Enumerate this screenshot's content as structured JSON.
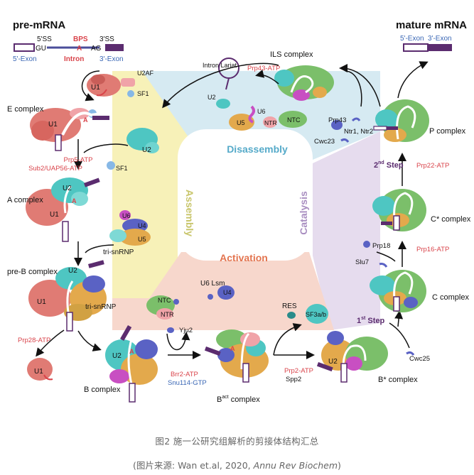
{
  "colors": {
    "assembly_bg": "#f7f1b8",
    "disassembly_bg": "#d6eaf2",
    "catalysis_bg": "#e6dcee",
    "activation_bg": "#f7d7cc",
    "red_label": "#d9434a",
    "blue_label": "#3a67b5",
    "u1_salmon": "#e07b74",
    "u2_cyan": "#4ec6c2",
    "u5_orange": "#e3a94c",
    "u6_magenta": "#c84fc2",
    "u4_blue": "#5a62c4",
    "ntc_green": "#7bbf6a",
    "purple": "#5b2c6f"
  },
  "header": {
    "pre_mrna": "pre-mRNA",
    "ss5": "5'SS",
    "bps": "BPS",
    "ss3": "3'SS",
    "gu": "GU",
    "a": "A",
    "ag": "AG",
    "exon5": "5'-Exon",
    "intron": "Intron",
    "exon3": "3'-Exon",
    "mature": "mature mRNA",
    "mature_exon5": "5'-Exon",
    "mature_exon3": "3'-Exon"
  },
  "stages": {
    "assembly": "Assembly",
    "disassembly": "Disassembly",
    "catalysis": "Catalysis",
    "activation": "Activation"
  },
  "complexes": {
    "e": "E complex",
    "a": "A complex",
    "pre_b": "pre-B complex",
    "b": "B complex",
    "bact_base": "B",
    "bact_sup": "act",
    "bact_rest": " complex",
    "bstar": "B* complex",
    "c": "C complex",
    "cstar": "C* complex",
    "p": "P complex",
    "ils": "ILS complex"
  },
  "labels": {
    "u1": "U1",
    "u2": "U2",
    "u4": "U4",
    "u5": "U5",
    "u6": "U6",
    "u2af": "U2AF",
    "sf1": "SF1",
    "tri_snrnp": "tri-snRNP",
    "ntc": "NTC",
    "ntr": "NTR",
    "yju2": "Yju2",
    "u6lsm": "U6 Lsm",
    "res": "RES",
    "sf3ab": "SF3a/b",
    "spp2": "Spp2",
    "cwc25": "Cwc25",
    "slu7": "Slu7",
    "prp18": "Prp18",
    "prp43": "Prp43",
    "ntr1": "Ntr1, Ntr2",
    "cwc23": "Cwc23",
    "intron_lariat": "Intron Lariat"
  },
  "factors": {
    "prp5": "Prp5-ATP",
    "sub2": "Sub2/UAP56-ATP",
    "prp28": "Prp28-ATP",
    "brr2": "Brr2-ATP",
    "snu114": "Snu114-GTP",
    "prp2": "Prp2-ATP",
    "prp16": "Prp16-ATP",
    "prp22": "Prp22-ATP",
    "prp43atp": "Prp43-ATP"
  },
  "steps": {
    "first_num": "1",
    "first_sup": "st",
    "first_word": " Step",
    "second_num": "2",
    "second_sup": "nd",
    "second_word": " Step"
  },
  "caption": {
    "title": "图2 施一公研究组解析的剪接体结构汇总",
    "source_pre": "(图片来源: Wan et.al, 2020, ",
    "source_journal": "Annu Rev Biochem",
    "source_post": ")"
  }
}
